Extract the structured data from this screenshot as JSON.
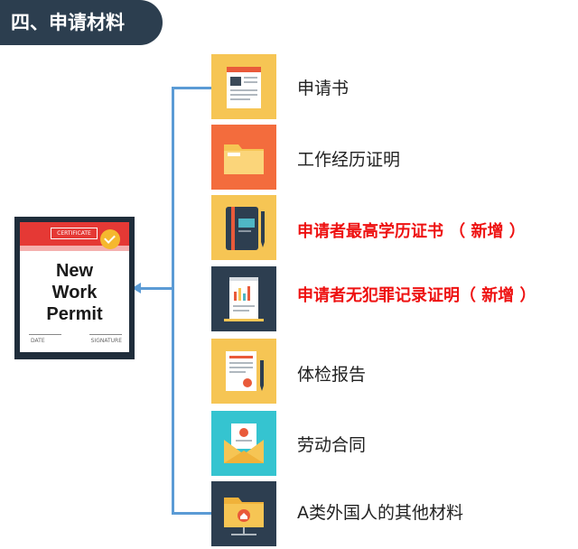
{
  "header": {
    "title": "四、申请材料"
  },
  "permit": {
    "certificate": "CERTIFICATE",
    "title_line1": "New",
    "title_line2": "Work",
    "title_line3": "Permit",
    "date_label": "DATE",
    "signature_label": "SIGNATURE"
  },
  "items": [
    {
      "label": "申请书",
      "icon": "document-icon",
      "highlight": false
    },
    {
      "label": "工作经历证明",
      "icon": "folder-icon",
      "highlight": false
    },
    {
      "label": "申请者最高学历证书 （ 新增 ）",
      "icon": "notebook-icon",
      "highlight": true
    },
    {
      "label": "申请者无犯罪记录证明（ 新增 ）",
      "icon": "report-chart-icon",
      "highlight": true
    },
    {
      "label": "体检报告",
      "icon": "certificate-pen-icon",
      "highlight": false
    },
    {
      "label": "劳动合同",
      "icon": "envelope-icon",
      "highlight": false
    },
    {
      "label": "A类外国人的其他材料",
      "icon": "network-folder-icon",
      "highlight": false
    }
  ],
  "colors": {
    "header_bg": "#2c3e4f",
    "connector": "#5b9bd5",
    "highlight_text": "#ee1111",
    "normal_text": "#222222"
  }
}
